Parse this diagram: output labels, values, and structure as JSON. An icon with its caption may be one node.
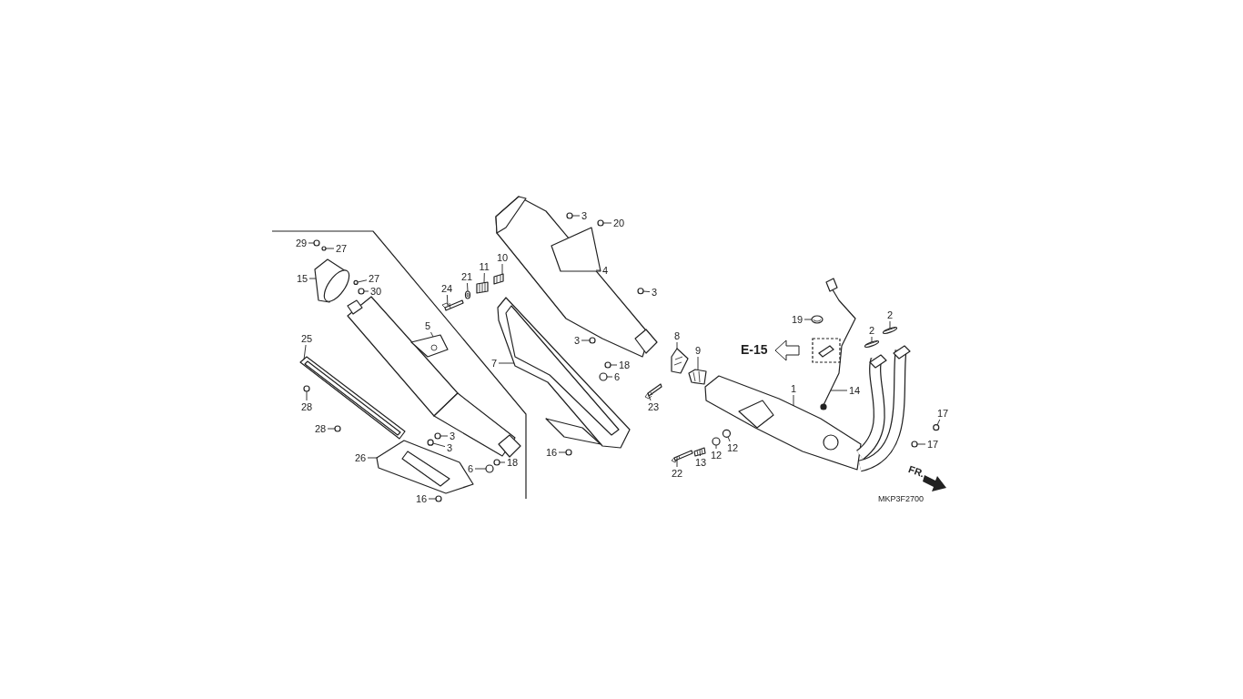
{
  "diagram": {
    "nodes": [
      {
        "text": [
          "29"
        ]
      },
      {
        "text": [
          "27"
        ]
      },
      {
        "text": [
          "15"
        ]
      },
      {
        "text": [
          "27"
        ]
      },
      {
        "text": [
          "30"
        ]
      },
      {
        "text": [
          "5"
        ]
      },
      {
        "text": [
          "25"
        ]
      },
      {
        "text": [
          "28"
        ]
      },
      {
        "text": [
          "28"
        ]
      },
      {
        "text": [
          "3"
        ]
      },
      {
        "text": [
          "3"
        ]
      },
      {
        "text": [
          "26"
        ]
      },
      {
        "text": [
          "6"
        ]
      },
      {
        "text": [
          "18"
        ]
      },
      {
        "text": [
          "16"
        ]
      },
      {
        "text": [
          "24"
        ]
      },
      {
        "text": [
          "21"
        ]
      },
      {
        "text": [
          "11"
        ]
      },
      {
        "text": [
          "10"
        ]
      },
      {
        "text": [
          "3"
        ]
      },
      {
        "text": [
          "20"
        ]
      },
      {
        "text": [
          "4"
        ]
      },
      {
        "text": [
          "3"
        ]
      },
      {
        "text": [
          "3"
        ]
      },
      {
        "text": [
          "7"
        ]
      },
      {
        "text": [
          "18"
        ]
      },
      {
        "text": [
          "6"
        ]
      },
      {
        "text": [
          "16"
        ]
      },
      {
        "text": [
          "8"
        ]
      },
      {
        "text": [
          "9"
        ]
      },
      {
        "text": [
          "23"
        ]
      },
      {
        "text": [
          "1"
        ]
      },
      {
        "text": [
          "19"
        ]
      },
      {
        "text": [
          "2"
        ]
      },
      {
        "text": [
          "2"
        ]
      },
      {
        "text": [
          "14"
        ]
      },
      {
        "text": [
          "17"
        ]
      },
      {
        "text": [
          "17"
        ]
      },
      {
        "text": [
          "12"
        ]
      },
      {
        "text": [
          "12"
        ]
      },
      {
        "text": [
          "13"
        ]
      },
      {
        "text": [
          "22"
        ]
      },
      {
        "text": [],
        "shape": "circle"
      },
      {
        "text": [],
        "shape": "circle"
      },
      {
        "text": [],
        "shape": "picture"
      },
      {
        "text": [],
        "shape": "circle"
      },
      {
        "text": [],
        "shape": "circle"
      },
      {
        "text": [],
        "shape": "picture"
      },
      {
        "text": [],
        "shape": "picture"
      },
      {
        "text": [],
        "shape": "circle"
      },
      {
        "text": [],
        "shape": "circle"
      },
      {
        "text": [],
        "shape": "circle"
      },
      {
        "text": [],
        "shape": "circle"
      },
      {
        "text": [],
        "shape": "picture"
      },
      {
        "text": [],
        "shape": "circle"
      },
      {
        "text": [],
        "shape": "circle"
      },
      {
        "text": [],
        "shape": "circle"
      },
      {
        "text": [],
        "shape": "picture"
      },
      {
        "text": [],
        "shape": "picture"
      },
      {
        "text": [],
        "shape": "picture"
      },
      {
        "text": [],
        "shape": "picture"
      },
      {
        "text": [],
        "shape": "circle"
      },
      {
        "text": [],
        "shape": "circle"
      },
      {
        "text": [],
        "shape": "picture"
      },
      {
        "text": [],
        "shape": "circle"
      },
      {
        "text": [],
        "shape": "circle"
      },
      {
        "text": [],
        "shape": "picture"
      },
      {
        "text": [],
        "shape": "circle"
      },
      {
        "text": [],
        "shape": "circle"
      },
      {
        "text": [],
        "shape": "circle"
      },
      {
        "text": [],
        "shape": "picture"
      },
      {
        "text": [],
        "shape": "picture"
      },
      {
        "text": [],
        "shape": "picture"
      },
      {
        "text": [],
        "shape": "picture"
      },
      {
        "text": [],
        "shape": "picture"
      },
      {
        "text": [],
        "shape": "picture"
      },
      {
        "text": [],
        "shape": "picture"
      },
      {
        "text": [],
        "shape": "picture"
      },
      {
        "text": [],
        "shape": "circle"
      },
      {
        "text": [],
        "shape": "circle"
      },
      {
        "text": [],
        "shape": "circle"
      },
      {
        "text": [],
        "shape": "circle"
      },
      {
        "text": [],
        "shape": "picture"
      },
      {
        "text": [],
        "shape": "picture"
      }
    ],
    "edges": [
      {
        "from": 0,
        "to": 42,
        "arrow": "none"
      },
      {
        "from": 1,
        "to": 43,
        "arrow": "none"
      },
      {
        "from": 2,
        "to": 44,
        "arrow": "none"
      },
      {
        "from": 3,
        "to": 45,
        "arrow": "none"
      },
      {
        "from": 4,
        "to": 46,
        "arrow": "none"
      },
      {
        "from": 5,
        "to": 47,
        "arrow": "none"
      },
      {
        "from": 6,
        "to": 48,
        "arrow": "none"
      },
      {
        "from": 7,
        "to": 49,
        "arrow": "none"
      },
      {
        "from": 8,
        "to": 50,
        "arrow": "none"
      },
      {
        "from": 9,
        "to": 51,
        "arrow": "none"
      },
      {
        "from": 10,
        "to": 52,
        "arrow": "none"
      },
      {
        "from": 11,
        "to": 53,
        "arrow": "none"
      },
      {
        "from": 12,
        "to": 54,
        "arrow": "none"
      },
      {
        "from": 13,
        "to": 55,
        "arrow": "none"
      },
      {
        "from": 14,
        "to": 56,
        "arrow": "none"
      },
      {
        "from": 15,
        "to": 57,
        "arrow": "none"
      },
      {
        "from": 16,
        "to": 58,
        "arrow": "none"
      },
      {
        "from": 17,
        "to": 59,
        "arrow": "none"
      },
      {
        "from": 18,
        "to": 60,
        "arrow": "none"
      },
      {
        "from": 19,
        "to": 61,
        "arrow": "none"
      },
      {
        "from": 20,
        "to": 62,
        "arrow": "none"
      },
      {
        "from": 21,
        "to": 63,
        "arrow": "none"
      },
      {
        "from": 22,
        "to": 64,
        "arrow": "none"
      },
      {
        "from": 23,
        "to": 65,
        "arrow": "none"
      },
      {
        "from": 24,
        "to": 66,
        "arrow": "none"
      },
      {
        "from": 25,
        "to": 67,
        "arrow": "none"
      },
      {
        "from": 26,
        "to": 68,
        "arrow": "none"
      },
      {
        "from": 27,
        "to": 69,
        "arrow": "none"
      },
      {
        "from": 28,
        "to": 70,
        "arrow": "none"
      },
      {
        "from": 29,
        "to": 71,
        "arrow": "none"
      },
      {
        "from": 30,
        "to": 72,
        "arrow": "none"
      },
      {
        "from": 31,
        "to": 73,
        "arrow": "none"
      },
      {
        "from": 32,
        "to": 74,
        "arrow": "none"
      },
      {
        "from": 33,
        "to": 75,
        "arrow": "none"
      },
      {
        "from": 34,
        "to": 76,
        "arrow": "none"
      },
      {
        "from": 35,
        "to": 77,
        "arrow": "none"
      },
      {
        "from": 36,
        "to": 78,
        "arrow": "none"
      },
      {
        "from": 37,
        "to": 79,
        "arrow": "none"
      },
      {
        "from": 38,
        "to": 80,
        "arrow": "none"
      },
      {
        "from": 39,
        "to": 81,
        "arrow": "none"
      },
      {
        "from": 40,
        "to": 82,
        "arrow": "none"
      },
      {
        "from": 41,
        "to": 83,
        "arrow": "none"
      }
    ],
    "labels": [
      "E-15",
      "FR.",
      "MKP3F2700"
    ]
  }
}
